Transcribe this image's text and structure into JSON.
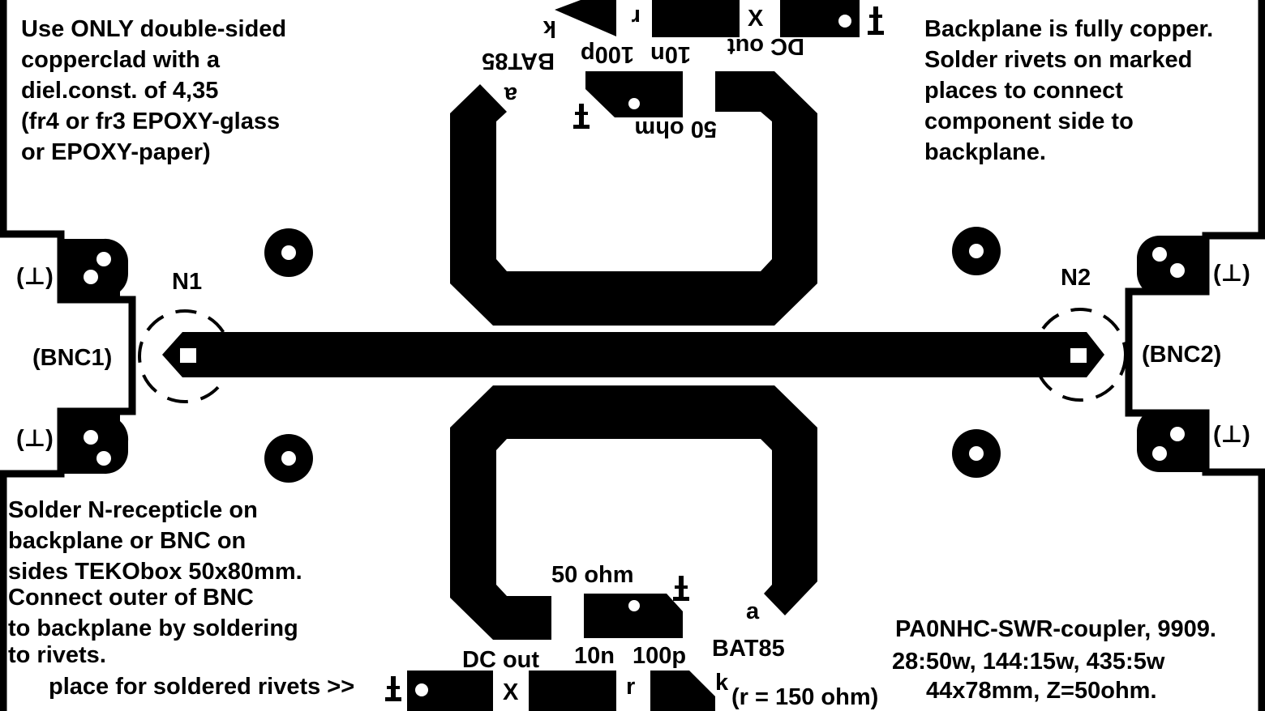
{
  "notes": {
    "top_left": [
      "Use ONLY double-sided",
      "copperclad with a",
      "diel.const. of 4,35",
      "(fr4 or fr3 EPOXY-glass",
      "or EPOXY-paper)"
    ],
    "top_right": [
      "Backplane is fully copper.",
      "Solder rivets on marked",
      "places to connect",
      "component side to",
      "backplane."
    ],
    "bottom_left": [
      "Solder N-recepticle on",
      "backplane or BNC on",
      "sides TEKObox 50x80mm.",
      "Connect outer of BNC",
      "to backplane by soldering",
      "to rivets."
    ],
    "bottom_right": [
      "PA0NHC-SWR-coupler, 9909.",
      "28:50w, 144:15w, 435:5w",
      "44x78mm, Z=50ohm."
    ]
  },
  "labels": {
    "rivet_place": "place for soldered rivets >>",
    "n1": "N1",
    "n2": "N2",
    "bnc1": "(BNC1)",
    "bnc2": "(BNC2)",
    "ground_marker": "(⊥)",
    "ohm50": "50 ohm",
    "dc_out": "DC out",
    "cap_10n": "10n",
    "cap_100p": "100p",
    "diode": "BAT85",
    "diode_anode": "a",
    "diode_cathode": "k",
    "resistor": "r",
    "x": "X",
    "r_value": "(r = 150 ohm)"
  },
  "colors": {
    "copper": "#000000",
    "board": "#ffffff"
  }
}
